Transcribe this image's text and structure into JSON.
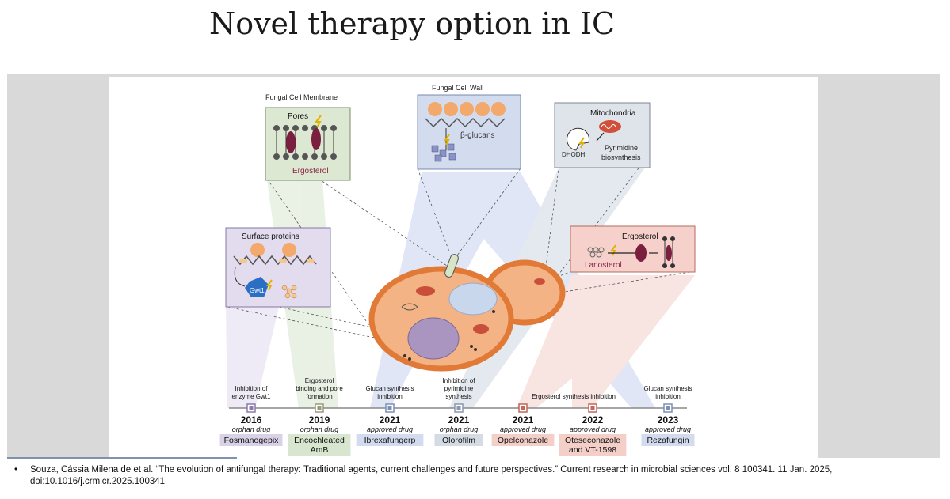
{
  "slide": {
    "title": "Novel therapy option in IC"
  },
  "figure": {
    "boxes": {
      "membrane": {
        "caption": "Fungal Cell Membrane",
        "title": "Pores",
        "label": "Ergosterol"
      },
      "wall": {
        "caption": "Fungal Cell Wall",
        "label": "β-glucans"
      },
      "mito": {
        "title": "Mitochondria",
        "enzyme": "DHODH",
        "label_line1": "Pyrimidine",
        "label_line2": "biosynthesis"
      },
      "surface": {
        "title": "Surface proteins",
        "enzyme": "Gwt1"
      },
      "ergo": {
        "title": "Ergosterol",
        "label": "Lanosterol"
      }
    },
    "timeline": [
      {
        "mech": [
          "Inhibition of",
          "enzyme Gwt1"
        ],
        "year": "2016",
        "status": "orphan drug",
        "drug": [
          "Fosmanogepix"
        ],
        "color": "#d9d1e6",
        "marker": "#8a7ba8"
      },
      {
        "mech": [
          "Ergosterol",
          "binding and pore",
          "formation"
        ],
        "year": "2019",
        "status": "orphan drug",
        "drug": [
          "Encochleated",
          "AmB"
        ],
        "color": "#d8e6cf",
        "marker": "#9a9a7a"
      },
      {
        "mech": [
          "Glucan synthesis",
          "inhibition"
        ],
        "year": "2021",
        "status": "approved drug",
        "drug": [
          "Ibrexafungerp"
        ],
        "color": "#d3dcee",
        "marker": "#7c8fb7"
      },
      {
        "mech": [
          "Inhibition of",
          "pyrimidine",
          "synthesis"
        ],
        "year": "2021",
        "status": "orphan drug",
        "drug": [
          "Olorofilm"
        ],
        "color": "#d5dbe5",
        "marker": "#8a97ae"
      },
      {
        "mech": [],
        "year": "2021",
        "status": "approved drug",
        "drug": [
          "Opelconazole"
        ],
        "color": "#f4cfc8",
        "marker": "#c0675a"
      },
      {
        "mech": [
          "Ergosterol synthesis inhibition"
        ],
        "year": "2022",
        "status": "approved drug",
        "drug": [
          "Oteseconazole",
          "and VT-1598"
        ],
        "color": "#f4cfc8",
        "marker": "#c0675a"
      },
      {
        "mech": [
          "Glucan synthesis",
          "inhibition"
        ],
        "year": "2023",
        "status": "approved drug",
        "drug": [
          "Rezafungin"
        ],
        "color": "#d3dcee",
        "marker": "#7c8fb7"
      }
    ]
  },
  "footnote": {
    "bullet": "•",
    "text": "Souza, Cássia Milena de et al. “The evolution of antifungal therapy: Traditional agents, current challenges and future perspectives.” Current research in microbial sciences vol. 8 100341. 11 Jan. 2025, doi:10.1016/j.crmicr.2025.100341"
  }
}
